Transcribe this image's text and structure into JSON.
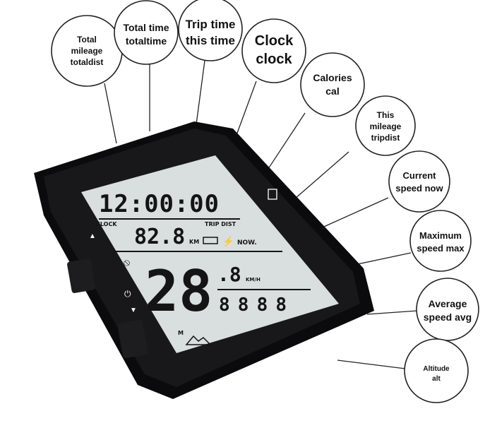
{
  "callouts": [
    {
      "lines": [
        "Total",
        "mileage",
        "totaldist"
      ]
    },
    {
      "lines": [
        "Total time",
        "totaltime"
      ]
    },
    {
      "lines": [
        "Trip time",
        "this time"
      ]
    },
    {
      "lines": [
        "Clock",
        "clock"
      ]
    },
    {
      "lines": [
        "Calories",
        "cal"
      ]
    },
    {
      "lines": [
        "This",
        "mileage",
        "tripdist"
      ]
    },
    {
      "lines": [
        "Current",
        "speed now"
      ]
    },
    {
      "lines": [
        "Maximum",
        "speed max"
      ]
    },
    {
      "lines": [
        "Average",
        "speed avg"
      ]
    },
    {
      "lines": [
        "Altitude",
        "alt"
      ]
    }
  ],
  "display": {
    "clock": "12:00:00",
    "clock_label": "CLOCK",
    "trip_label": "TRIP DIST",
    "km_label": "KM",
    "distance": "82.8",
    "now_label": "NOW.",
    "speed": "28",
    "speed_decimal": ".8",
    "speed_unit": "KM/H",
    "altitude": "8888",
    "altitude_unit": "M"
  },
  "colors": {
    "body": "#0b0b0d",
    "screen": "#d9dede",
    "segment": "#141414"
  }
}
